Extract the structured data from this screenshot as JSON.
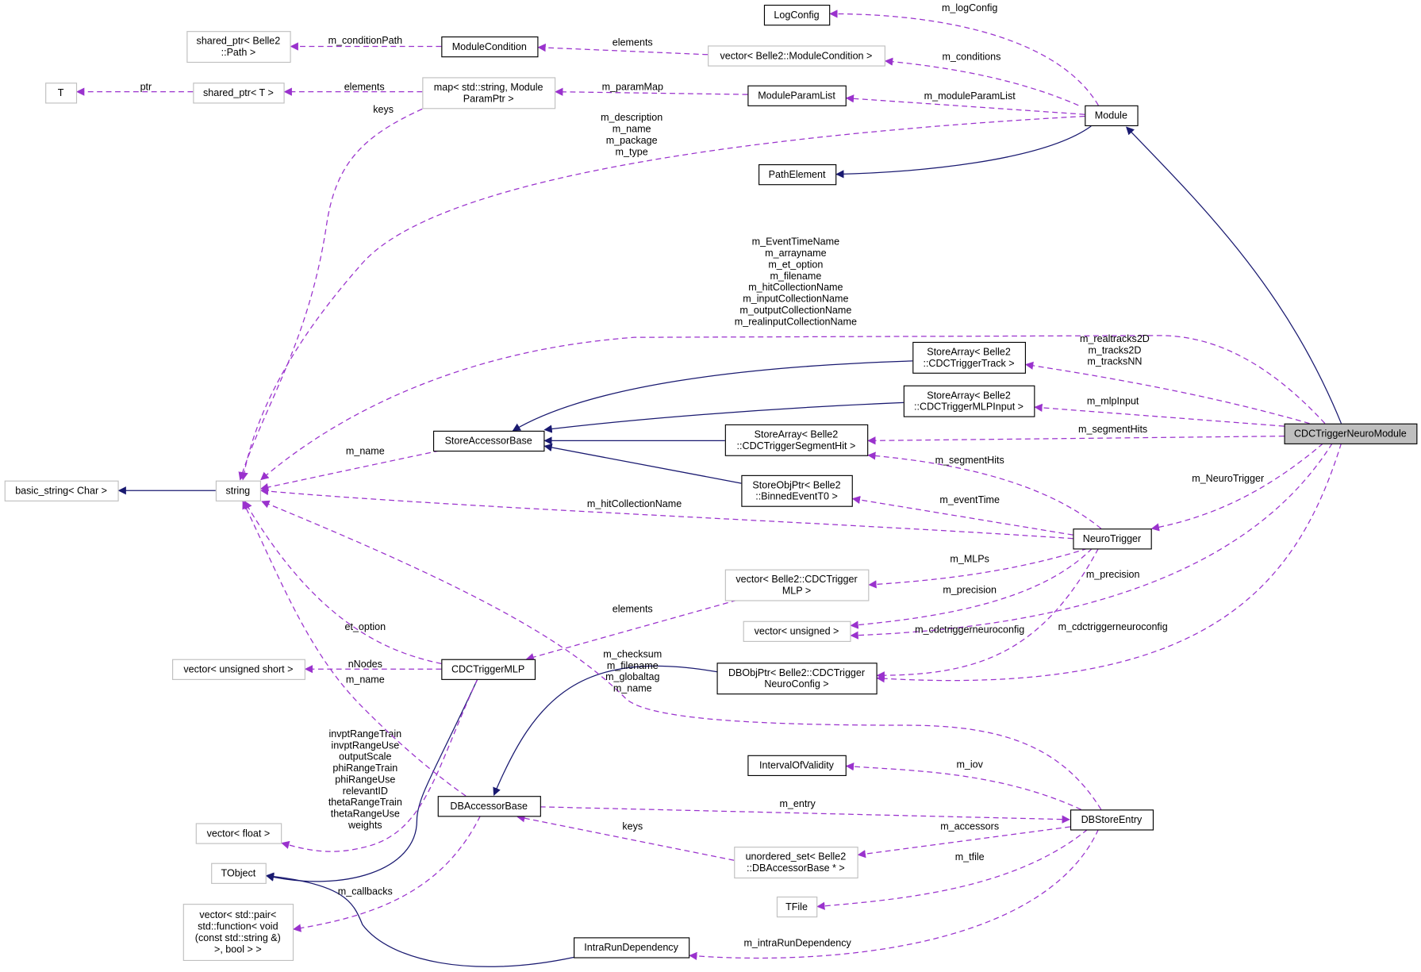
{
  "colors": {
    "inheritance": "#191970",
    "usage": "#9a32cd",
    "focus_fill": "#bfbfbf",
    "external_border": "#bfbfbf"
  },
  "nodes": {
    "LogConfig": {
      "lines": [
        "LogConfig"
      ],
      "kind": "class"
    },
    "SharedPtrPath": {
      "lines": [
        "shared_ptr< Belle2",
        "::Path >"
      ],
      "kind": "external"
    },
    "ModuleCondition": {
      "lines": [
        "ModuleCondition"
      ],
      "kind": "class"
    },
    "VecModuleCondition": {
      "lines": [
        "vector< Belle2::ModuleCondition >"
      ],
      "kind": "external"
    },
    "T": {
      "lines": [
        "T"
      ],
      "kind": "external"
    },
    "SharedPtrT": {
      "lines": [
        "shared_ptr< T >"
      ],
      "kind": "external"
    },
    "MapParam": {
      "lines": [
        "map< std::string, Module",
        "ParamPtr >"
      ],
      "kind": "external"
    },
    "ModuleParamList": {
      "lines": [
        "ModuleParamList"
      ],
      "kind": "class"
    },
    "Module": {
      "lines": [
        "Module"
      ],
      "kind": "class"
    },
    "PathElement": {
      "lines": [
        "PathElement"
      ],
      "kind": "class"
    },
    "SATrack": {
      "lines": [
        "StoreArray< Belle2",
        "::CDCTriggerTrack >"
      ],
      "kind": "class"
    },
    "SAMLPInput": {
      "lines": [
        "StoreArray< Belle2",
        "::CDCTriggerMLPInput >"
      ],
      "kind": "class"
    },
    "NeuroModule": {
      "lines": [
        "CDCTriggerNeuroModule"
      ],
      "kind": "focus"
    },
    "StoreAccessorBase": {
      "lines": [
        "StoreAccessorBase"
      ],
      "kind": "class"
    },
    "SASegmentHit": {
      "lines": [
        "StoreArray< Belle2",
        "::CDCTriggerSegmentHit >"
      ],
      "kind": "class"
    },
    "BasicString": {
      "lines": [
        "basic_string< Char >"
      ],
      "kind": "external"
    },
    "String": {
      "lines": [
        "string"
      ],
      "kind": "external"
    },
    "SOPEventT0": {
      "lines": [
        "StoreObjPtr< Belle2",
        "::BinnedEventT0 >"
      ],
      "kind": "class"
    },
    "NeuroTrigger": {
      "lines": [
        "NeuroTrigger"
      ],
      "kind": "class"
    },
    "VecMLP": {
      "lines": [
        "vector< Belle2::CDCTrigger",
        "MLP >"
      ],
      "kind": "external"
    },
    "VecUnsigned": {
      "lines": [
        "vector< unsigned >"
      ],
      "kind": "external"
    },
    "VecUShort": {
      "lines": [
        "vector< unsigned short >"
      ],
      "kind": "external"
    },
    "CDCTriggerMLP": {
      "lines": [
        "CDCTriggerMLP"
      ],
      "kind": "class"
    },
    "DBObjPtr": {
      "lines": [
        "DBObjPtr< Belle2::CDCTrigger",
        "NeuroConfig >"
      ],
      "kind": "class"
    },
    "IOV": {
      "lines": [
        "IntervalOfValidity"
      ],
      "kind": "class"
    },
    "DBAccessorBase": {
      "lines": [
        "DBAccessorBase"
      ],
      "kind": "class"
    },
    "DBStoreEntry": {
      "lines": [
        "DBStoreEntry"
      ],
      "kind": "class"
    },
    "VecFloat": {
      "lines": [
        "vector< float >"
      ],
      "kind": "external"
    },
    "UnorderedSet": {
      "lines": [
        "unordered_set< Belle2",
        "::DBAccessorBase * >"
      ],
      "kind": "external"
    },
    "TObject": {
      "lines": [
        "TObject"
      ],
      "kind": "external"
    },
    "TFile": {
      "lines": [
        "TFile"
      ],
      "kind": "external"
    },
    "VecPair": {
      "lines": [
        "vector< std::pair<",
        "std::function< void",
        "(const std::string &)",
        ">, bool > >"
      ],
      "kind": "external"
    },
    "IntraRun": {
      "lines": [
        "IntraRunDependency"
      ],
      "kind": "class"
    }
  },
  "edges": [
    {
      "id": "e1",
      "type": "inherit",
      "from": "NeuroModule",
      "to": "Module",
      "label": []
    },
    {
      "id": "e2",
      "type": "inherit",
      "from": "Module",
      "to": "PathElement",
      "label": []
    },
    {
      "id": "e3",
      "type": "inherit",
      "from": "SATrack",
      "to": "StoreAccessorBase",
      "label": []
    },
    {
      "id": "e4",
      "type": "inherit",
      "from": "SAMLPInput",
      "to": "StoreAccessorBase",
      "label": []
    },
    {
      "id": "e5",
      "type": "inherit",
      "from": "SASegmentHit",
      "to": "StoreAccessorBase",
      "label": []
    },
    {
      "id": "e6",
      "type": "inherit",
      "from": "SOPEventT0",
      "to": "StoreAccessorBase",
      "label": []
    },
    {
      "id": "e7",
      "type": "inherit",
      "from": "String",
      "to": "BasicString",
      "label": []
    },
    {
      "id": "e8",
      "type": "inherit",
      "from": "CDCTriggerMLP",
      "to": "TObject",
      "label": []
    },
    {
      "id": "e9",
      "type": "inherit",
      "from": "DBObjPtr",
      "to": "DBAccessorBase",
      "label": []
    },
    {
      "id": "e10",
      "type": "inherit",
      "from": "IntraRun",
      "to": "TObject",
      "label": []
    },
    {
      "id": "u1",
      "type": "usage",
      "from": "Module",
      "to": "LogConfig",
      "label": [
        "m_logConfig"
      ]
    },
    {
      "id": "u2",
      "type": "usage",
      "from": "Module",
      "to": "VecModuleCondition",
      "label": [
        "m_conditions"
      ]
    },
    {
      "id": "u3",
      "type": "usage",
      "from": "Module",
      "to": "ModuleParamList",
      "label": [
        "m_moduleParamList"
      ]
    },
    {
      "id": "u4",
      "type": "usage",
      "from": "Module",
      "to": "String",
      "label": [
        "m_description",
        "m_name",
        "m_package",
        "m_type"
      ]
    },
    {
      "id": "u5",
      "type": "usage",
      "from": "VecModuleCondition",
      "to": "ModuleCondition",
      "label": [
        "elements"
      ]
    },
    {
      "id": "u6",
      "type": "usage",
      "from": "ModuleCondition",
      "to": "SharedPtrPath",
      "label": [
        "m_conditionPath"
      ]
    },
    {
      "id": "u7",
      "type": "usage",
      "from": "ModuleParamList",
      "to": "MapParam",
      "label": [
        "m_paramMap"
      ]
    },
    {
      "id": "u8",
      "type": "usage",
      "from": "MapParam",
      "to": "SharedPtrT",
      "label": [
        "elements"
      ]
    },
    {
      "id": "u9",
      "type": "usage",
      "from": "SharedPtrT",
      "to": "T",
      "label": [
        "ptr"
      ]
    },
    {
      "id": "u10",
      "type": "usage",
      "from": "MapParam",
      "to": "String",
      "label": [
        "keys"
      ]
    },
    {
      "id": "u11",
      "type": "usage",
      "from": "NeuroModule",
      "to": "String",
      "label": [
        "m_EventTimeName",
        "m_arrayname",
        "m_et_option",
        "m_filename",
        "m_hitCollectionName",
        "m_inputCollectionName",
        "m_outputCollectionName",
        "m_realinputCollectionName"
      ]
    },
    {
      "id": "u12",
      "type": "usage",
      "from": "NeuroModule",
      "to": "SATrack",
      "label": [
        "m_realtracks2D",
        "m_tracks2D",
        "m_tracksNN"
      ]
    },
    {
      "id": "u13",
      "type": "usage",
      "from": "NeuroModule",
      "to": "SAMLPInput",
      "label": [
        "m_mlpInput"
      ]
    },
    {
      "id": "u14",
      "type": "usage",
      "from": "NeuroModule",
      "to": "SASegmentHit",
      "label": [
        "m_segmentHits"
      ]
    },
    {
      "id": "u15",
      "type": "usage",
      "from": "NeuroModule",
      "to": "NeuroTrigger",
      "label": [
        "m_NeuroTrigger"
      ]
    },
    {
      "id": "u16",
      "type": "usage",
      "from": "NeuroModule",
      "to": "VecUnsigned",
      "label": [
        "m_precision"
      ]
    },
    {
      "id": "u17",
      "type": "usage",
      "from": "NeuroModule",
      "to": "DBObjPtr",
      "label": [
        "m_cdctriggerneuroconfig"
      ]
    },
    {
      "id": "u18",
      "type": "usage",
      "from": "NeuroTrigger",
      "to": "SASegmentHit",
      "label": [
        "m_segmentHits"
      ]
    },
    {
      "id": "u19",
      "type": "usage",
      "from": "NeuroTrigger",
      "to": "SOPEventT0",
      "label": [
        "m_eventTime"
      ]
    },
    {
      "id": "u20",
      "type": "usage",
      "from": "NeuroTrigger",
      "to": "String",
      "label": [
        "m_hitCollectionName"
      ]
    },
    {
      "id": "u21",
      "type": "usage",
      "from": "NeuroTrigger",
      "to": "VecMLP",
      "label": [
        "m_MLPs"
      ]
    },
    {
      "id": "u22",
      "type": "usage",
      "from": "NeuroTrigger",
      "to": "VecUnsigned",
      "label": [
        "m_precision"
      ]
    },
    {
      "id": "u23",
      "type": "usage",
      "from": "NeuroTrigger",
      "to": "DBObjPtr",
      "label": [
        "m_cdctriggerneuroconfig"
      ]
    },
    {
      "id": "u24",
      "type": "usage",
      "from": "VecMLP",
      "to": "CDCTriggerMLP",
      "label": [
        "elements"
      ]
    },
    {
      "id": "u25",
      "type": "usage",
      "from": "CDCTriggerMLP",
      "to": "String",
      "label": [
        "et_option"
      ]
    },
    {
      "id": "u26",
      "type": "usage",
      "from": "CDCTriggerMLP",
      "to": "VecUShort",
      "label": [
        "nNodes"
      ]
    },
    {
      "id": "u27",
      "type": "usage",
      "from": "CDCTriggerMLP",
      "to": "VecFloat",
      "label": [
        "invptRangeTrain",
        "invptRangeUse",
        "outputScale",
        "phiRangeTrain",
        "phiRangeUse",
        "relevantID",
        "thetaRangeTrain",
        "thetaRangeUse",
        "weights"
      ]
    },
    {
      "id": "u28",
      "type": "usage",
      "from": "DBAccessorBase",
      "to": "String",
      "label": [
        "m_name"
      ]
    },
    {
      "id": "u29",
      "type": "usage",
      "from": "DBStoreEntry",
      "to": "String",
      "label": [
        "m_checksum",
        "m_filename",
        "m_globaltag",
        "m_name"
      ]
    },
    {
      "id": "u30",
      "type": "usage",
      "from": "DBStoreEntry",
      "to": "IOV",
      "label": [
        "m_iov"
      ]
    },
    {
      "id": "u31",
      "type": "usage",
      "from": "DBAccessorBase",
      "to": "DBStoreEntry",
      "label": [
        "m_entry"
      ]
    },
    {
      "id": "u32",
      "type": "usage",
      "from": "DBStoreEntry",
      "to": "UnorderedSet",
      "label": [
        "m_accessors"
      ]
    },
    {
      "id": "u33",
      "type": "usage",
      "from": "UnorderedSet",
      "to": "DBAccessorBase",
      "label": [
        "keys"
      ]
    },
    {
      "id": "u34",
      "type": "usage",
      "from": "DBStoreEntry",
      "to": "TFile",
      "label": [
        "m_tfile"
      ]
    },
    {
      "id": "u35",
      "type": "usage",
      "from": "DBStoreEntry",
      "to": "IntraRun",
      "label": [
        "m_intraRunDependency"
      ]
    },
    {
      "id": "u36",
      "type": "usage",
      "from": "DBAccessorBase",
      "to": "VecPair",
      "label": [
        "m_callbacks"
      ]
    },
    {
      "id": "u37",
      "type": "usage",
      "from": "StoreAccessorBase",
      "to": "String",
      "label": [
        "m_name"
      ]
    }
  ]
}
